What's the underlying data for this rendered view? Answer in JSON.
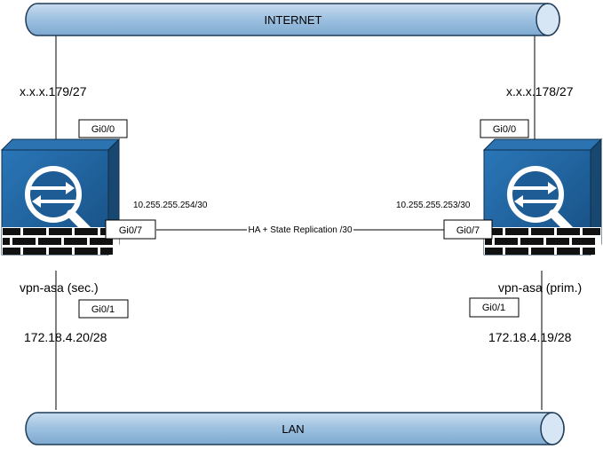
{
  "internet": {
    "label": "INTERNET"
  },
  "lan": {
    "label": "LAN"
  },
  "link": {
    "label": "HA + State Replication /30"
  },
  "left": {
    "name": "vpn-asa (sec.)",
    "outside_ip": "x.x.x.179/27",
    "inside_ip": "172.18.4.20/28",
    "failover_ip": "10.255.255.254/30",
    "port_outside": "Gi0/0",
    "port_failover": "Gi0/7",
    "port_inside": "Gi0/1"
  },
  "right": {
    "name": "vpn-asa (prim.)",
    "outside_ip": "x.x.x.178/27",
    "inside_ip": "172.18.4.19/28",
    "failover_ip": "10.255.255.253/30",
    "port_outside": "Gi0/0",
    "port_failover": "Gi0/7",
    "port_inside": "Gi0/1"
  },
  "colors": {
    "pipe": "#a9c8e4",
    "pipe_stroke": "#1f3b57",
    "device_front": "#1f5f99",
    "device_side": "#17466f",
    "device_top": "#2a72b0",
    "brick": "#111111"
  }
}
